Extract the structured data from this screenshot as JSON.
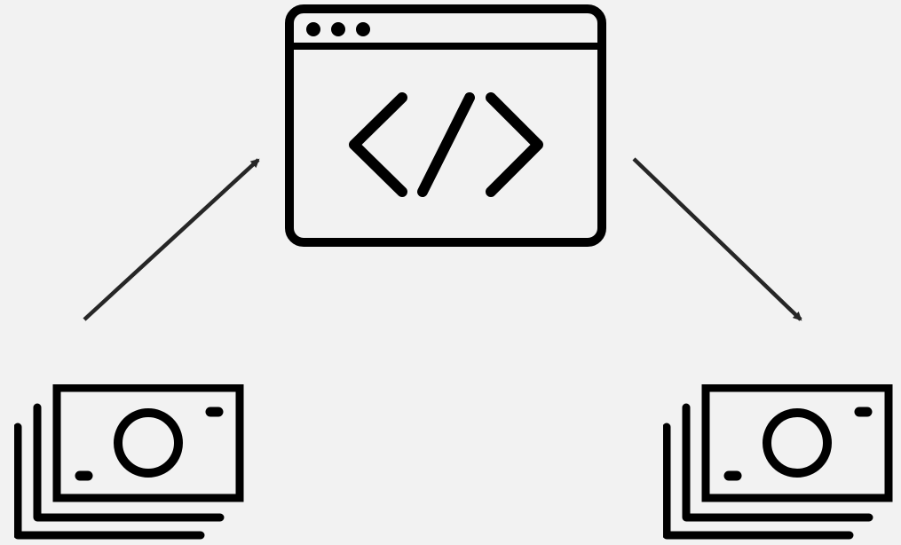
{
  "diagram": {
    "background": "#f2f2f2",
    "stroke_color": "#000000",
    "arrow_color": "#262626",
    "nodes": [
      {
        "id": "money-source",
        "icon": "money-stack-icon"
      },
      {
        "id": "code-window",
        "icon": "code-window-icon"
      },
      {
        "id": "money-destination",
        "icon": "money-stack-icon"
      }
    ],
    "edges": [
      {
        "from": "money-source",
        "to": "code-window"
      },
      {
        "from": "code-window",
        "to": "money-destination"
      }
    ]
  }
}
